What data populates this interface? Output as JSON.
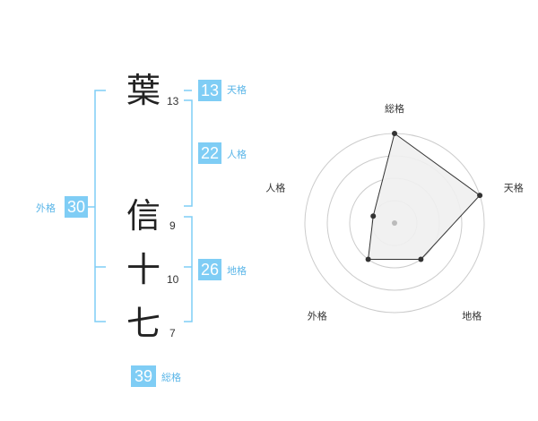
{
  "name": {
    "characters": [
      {
        "char": "葉",
        "strokes": "13"
      },
      {
        "char": "信",
        "strokes": "9"
      },
      {
        "char": "十",
        "strokes": "10"
      },
      {
        "char": "七",
        "strokes": "7"
      }
    ]
  },
  "scores": {
    "tenkaku": {
      "value": "13",
      "label": "天格"
    },
    "jinkaku": {
      "value": "22",
      "label": "人格"
    },
    "chikaku": {
      "value": "26",
      "label": "地格"
    },
    "gaikaku": {
      "value": "30",
      "label": "外格"
    },
    "soukaku": {
      "value": "39",
      "label": "総格"
    }
  },
  "chart_data": {
    "type": "radar",
    "axes": [
      "総格",
      "天格",
      "地格",
      "外格",
      "人格"
    ],
    "values": [
      4,
      4,
      2,
      2,
      1
    ],
    "max": 4,
    "rings": 4,
    "colors": {
      "fill": "#f0f0f0",
      "line": "#333333",
      "grid": "#cccccc",
      "point": "#333333",
      "center": "#bbbbbb"
    }
  }
}
